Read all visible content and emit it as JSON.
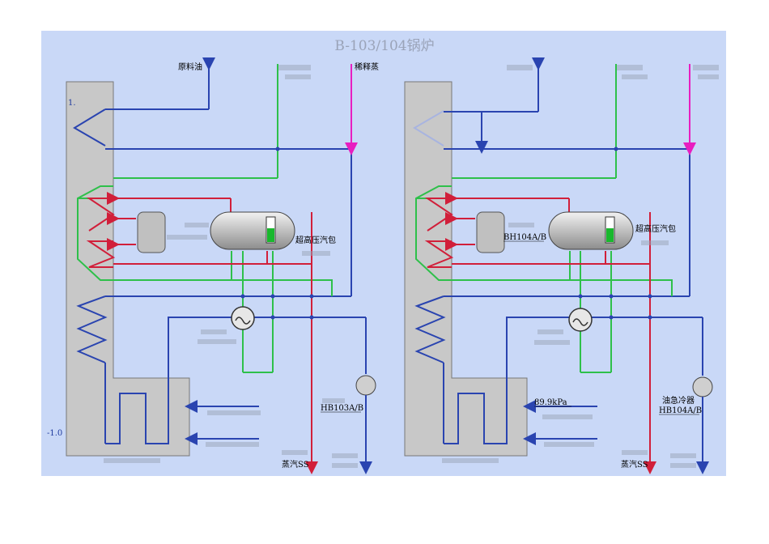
{
  "title": "B-103/104锅炉",
  "left_unit": {
    "marker_top": "1.",
    "marker_bottom": "-1.0",
    "feed_oil": "原料油",
    "dilution_steam": "稀释蒸",
    "steam_drum": "超高压汽包",
    "pump": "HB103A/B",
    "steam_out": "蒸汽SS"
  },
  "right_unit": {
    "exchanger": "BH104A/B",
    "steam_drum": "超高压汽包",
    "pressure": "89.9kPa",
    "emergency_cooling": "油急冷器",
    "pump": "HB104A/B",
    "steam_out": "蒸汽SS"
  },
  "colors": {
    "panel_bg": "#c9d8f7",
    "blue_line": "#2a44b0",
    "green_line": "#2ec04a",
    "red_line": "#d11f3a",
    "magenta_line": "#e81ec0",
    "furnace": "#c8c8c8",
    "level_green": "#19b82d"
  }
}
